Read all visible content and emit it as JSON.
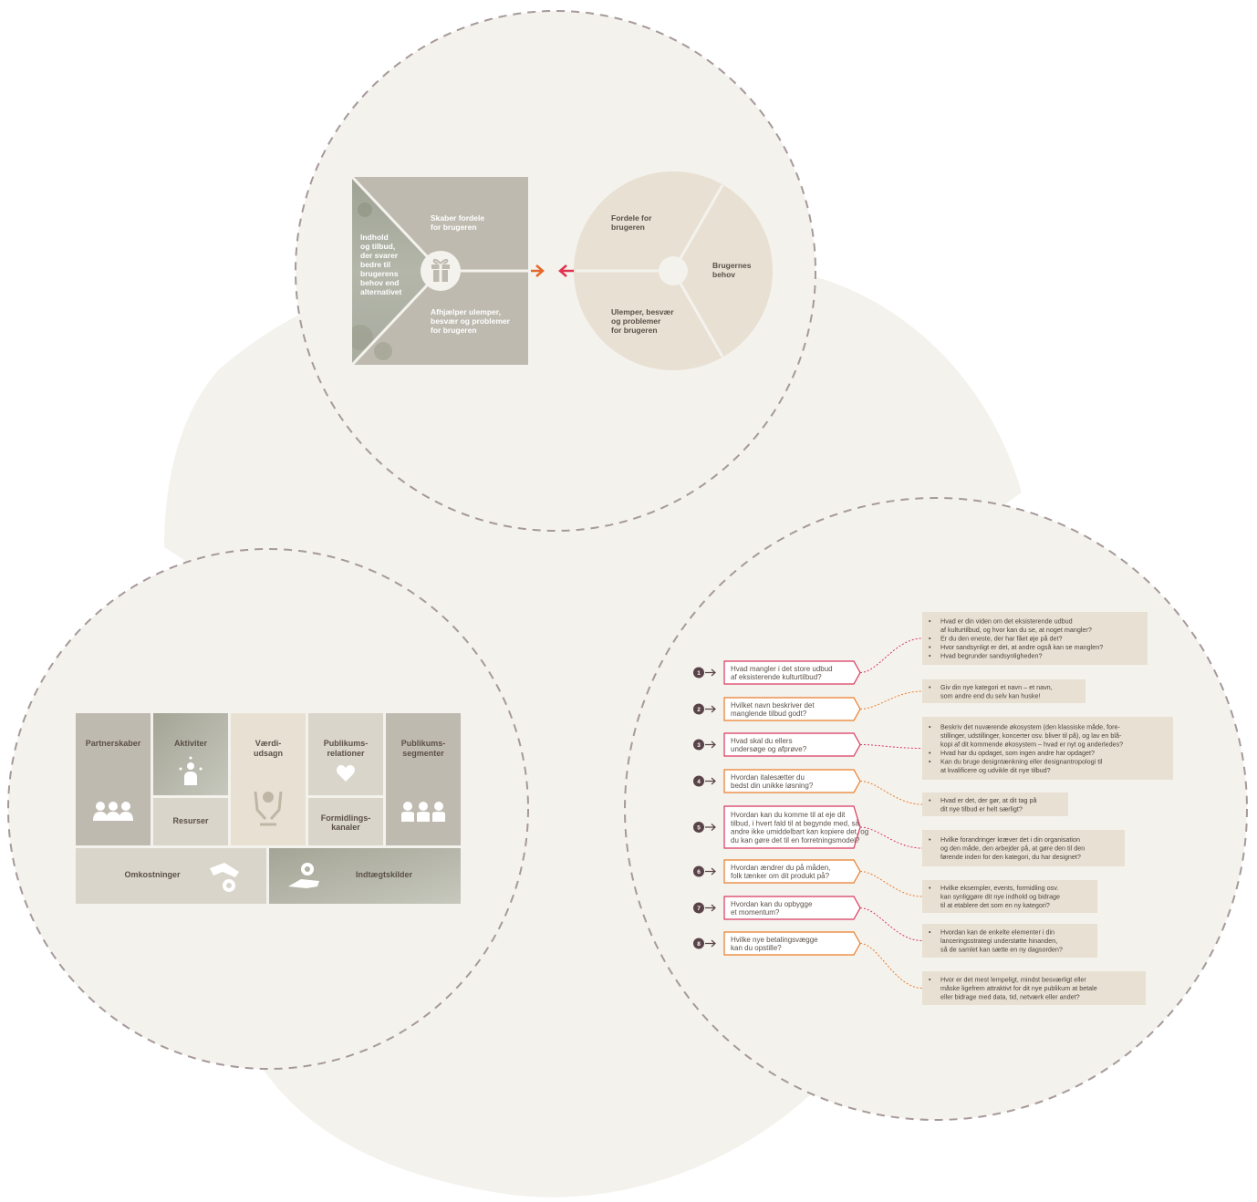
{
  "value_proposition": {
    "square": {
      "left_text": [
        "Indhold",
        "og tilbud,",
        "der svarer",
        "bedre til",
        "brugerens",
        "behov end",
        "alternativet"
      ],
      "top_text": [
        "Skaber fordele",
        "for brugeren"
      ],
      "bottom_text": [
        "Afhjælper ulemper,",
        "besvær og problemer",
        "for brugeren"
      ],
      "center_icon": "gift-icon"
    },
    "circle": {
      "top_text": [
        "Fordele for",
        "brugeren"
      ],
      "bottom_text": [
        "Ulemper, besvær",
        "og problemer",
        "for brugeren"
      ],
      "right_text": [
        "Brugernes",
        "behov"
      ]
    },
    "colors": {
      "out_arrow": "#e4692a",
      "in_arrow": "#e0334f"
    }
  },
  "business_model": {
    "cells": {
      "partners": "Partnerskaber",
      "activities": "Aktiviter",
      "resources": "Resurser",
      "value": [
        "Værdi-",
        "udsagn"
      ],
      "relations": [
        "Publikums-",
        "relationer"
      ],
      "channels": [
        "Formidlings-",
        "kanaler"
      ],
      "segments": [
        "Publikums-",
        "segmenter"
      ],
      "costs": "Omkostninger",
      "revenue": "Indtægtskilder"
    },
    "icons": [
      "people-group-icon",
      "person-star-icon",
      "hands-star-icon",
      "heart-icon",
      "hand-coin-icon"
    ]
  },
  "questions": {
    "colors": {
      "pink": "#d9385f",
      "orange": "#ea7d2b",
      "badge": "#5a4348"
    },
    "items": [
      {
        "num": "1",
        "color": "pink",
        "lines": [
          "Hvad mangler i det store udbud",
          "af eksisterende kulturtilbud?"
        ]
      },
      {
        "num": "2",
        "color": "orange",
        "lines": [
          "Hvilket navn beskriver det",
          "manglende tilbud godt?"
        ]
      },
      {
        "num": "3",
        "color": "pink",
        "lines": [
          "Hvad skal du ellers",
          "undersøge og afprøve?"
        ]
      },
      {
        "num": "4",
        "color": "orange",
        "lines": [
          "Hvordan italesætter du",
          "bedst din unikke løsning?"
        ]
      },
      {
        "num": "5",
        "color": "pink",
        "lines": [
          "Hvordan kan du komme til at eje dit",
          "tilbud, i hvert fald til at begynde med, så",
          "andre ikke umiddelbart kan kopiere det, og",
          "du kan gøre det til en forretningsmodel?"
        ]
      },
      {
        "num": "6",
        "color": "orange",
        "lines": [
          "Hvordan ændrer du på måden,",
          "folk tænker om dit produkt på?"
        ]
      },
      {
        "num": "7",
        "color": "pink",
        "lines": [
          "Hvordan kan du opbygge",
          "et momentum?"
        ]
      },
      {
        "num": "8",
        "color": "orange",
        "lines": [
          "Hvilke nye betalingsvægge",
          "kan du opstille?"
        ]
      }
    ],
    "answers": [
      {
        "bullets": [
          [
            "Hvad er din viden om det eksisterende udbud",
            "af kulturtilbud, og hvor kan du se, at noget mangler?"
          ],
          [
            "Er du den eneste, der har fået øje på det?"
          ],
          [
            "Hvor sandsynligt er det, at andre også kan se manglen?"
          ],
          [
            "Hvad begrunder sandsynligheden?"
          ]
        ]
      },
      {
        "bullets": [
          [
            "Giv din nye kategori et navn – et navn,",
            "som andre end du selv kan huske!"
          ]
        ]
      },
      {
        "bullets": [
          [
            "Beskriv det nuværende økosystem (den klassiske måde, fore-",
            "stillinger, udstillinger, koncerter osv. bliver til på), og lav en blå-",
            "kopi af dit kommende økosystem – hvad er nyt og anderledes?"
          ],
          [
            "Hvad har du opdaget, som ingen andre har opdaget?"
          ],
          [
            "Kan du bruge designtænkning eller designantropologi til",
            "at kvalificere og udvikle dit nye tilbud?"
          ]
        ]
      },
      {
        "bullets": [
          [
            "Hvad er det, der gør, at dit tag på",
            "dit nye tilbud er helt særligt?"
          ]
        ]
      },
      {
        "bullets": [
          [
            "Hvilke forandringer kræver det i din organisation",
            "og den måde, den arbejder på, at gøre den til den",
            "førende inden for den kategori, du har designet?"
          ]
        ]
      },
      {
        "bullets": [
          [
            "Hvilke eksempler, events, formidling osv.",
            "kan synliggøre dit nye indhold og bidrage",
            "til at etablere det som en ny kategori?"
          ]
        ]
      },
      {
        "bullets": [
          [
            "Hvordan kan de enkelte elementer i din",
            "lanceringsstrategi understøtte hinanden,",
            "så de samlet kan sætte en ny dagsorden?"
          ]
        ]
      },
      {
        "bullets": [
          [
            "Hvor er det mest lempeligt, mindst besværligt eller",
            "måske ligefrem attraktivt for dit nye publikum at betale",
            "eller bidrage med data, tid, netværk eller andet?"
          ]
        ]
      }
    ]
  }
}
